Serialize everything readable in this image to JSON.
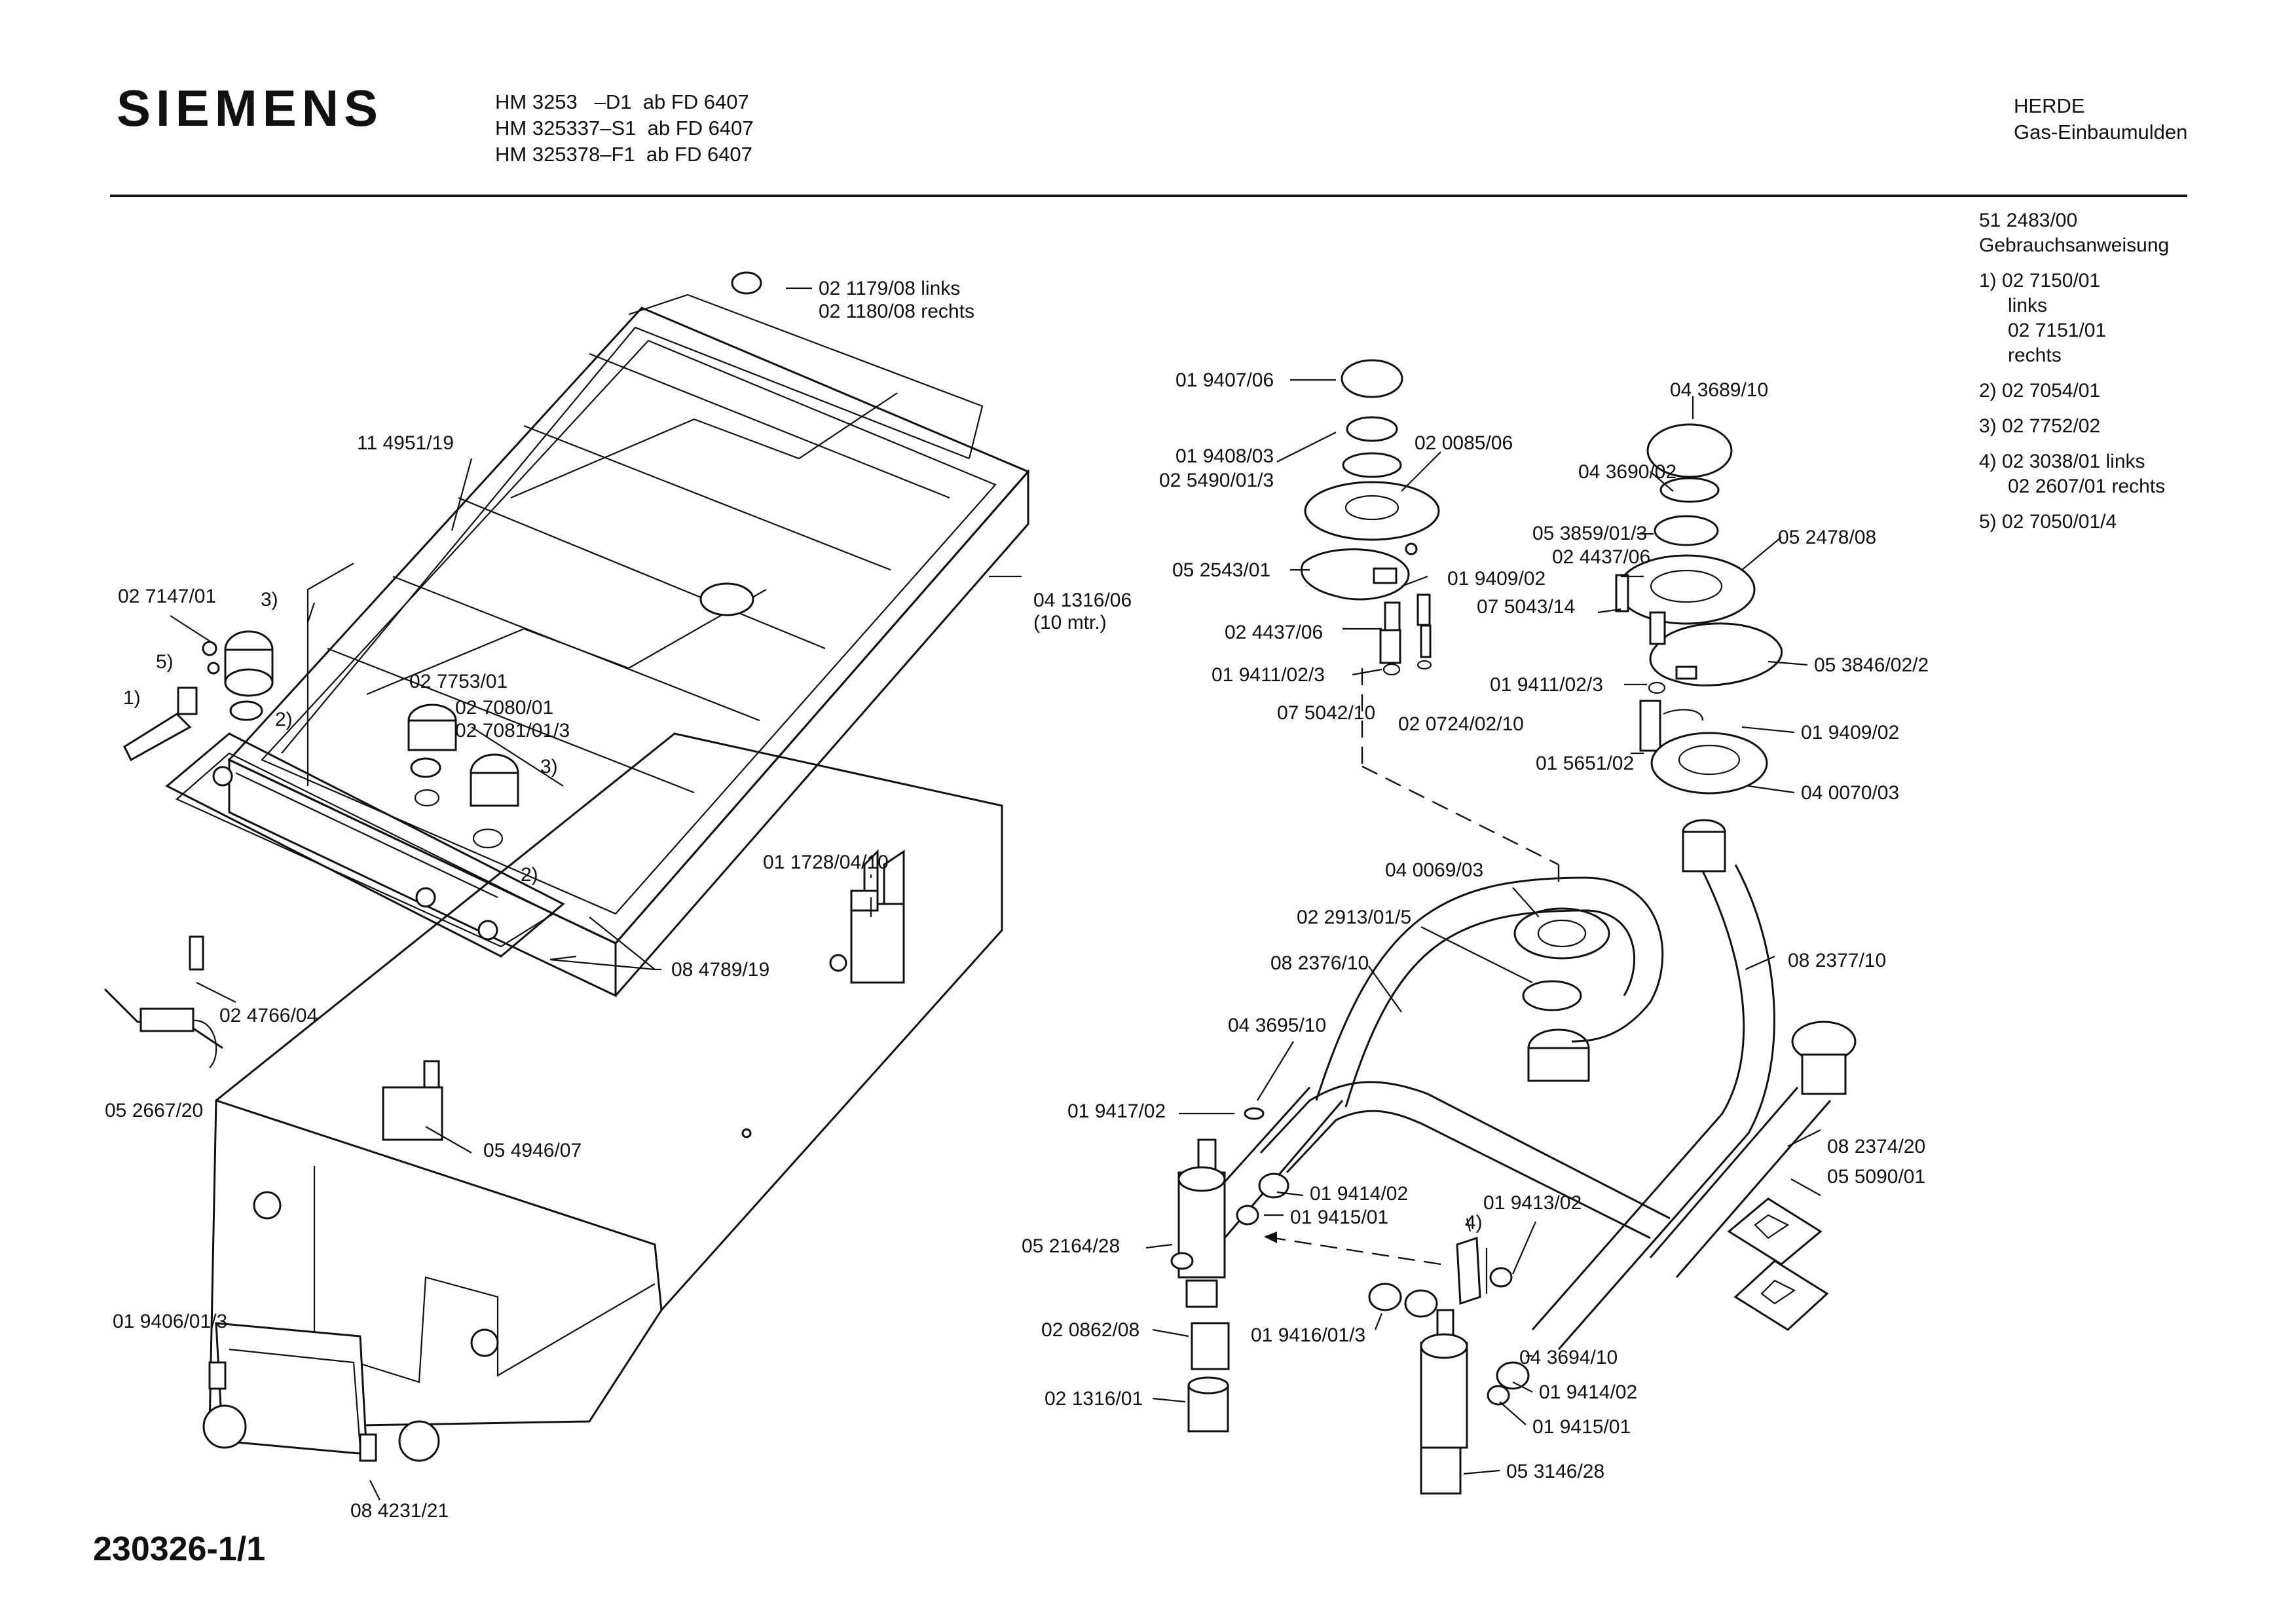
{
  "header": {
    "brand": "SIEMENS",
    "models": "HM 3253   –D1  ab FD 6407\nHM 325337–S1  ab FD 6407\nHM 325378–F1  ab FD 6407",
    "category_line1": "HERDE",
    "category_line2": "Gas-Einbaumulden"
  },
  "notes": {
    "manual_number": "51 2483/00",
    "manual_label": "Gebrauchsanweisung",
    "n1": "1)  02 7150/01",
    "n1b": "links",
    "n1c": "02 7151/01",
    "n1d": "rechts",
    "n2": "2)  02 7054/01",
    "n3": "3)  02 7752/02",
    "n4": "4)  02 3038/01  links",
    "n4b": "02 2607/01  rechts",
    "n5": "5)  02 7050/01/4"
  },
  "parts": {
    "p_021179": "02 1179/08  links",
    "p_021180": "02 1180/08  rechts",
    "p_114951": "11 4951/19",
    "p_027147": "02 7147/01",
    "c3a": "3)",
    "c5": "5)",
    "c1": "1)",
    "c2a": "2)",
    "p_027753": "02 7753/01",
    "p_027080": "02 7080/01",
    "p_027081": "02 7081/01/3",
    "c3b": "3)",
    "c2b": "2)",
    "p_041316": "04 1316/06",
    "p_041316b": "(10 mtr.)",
    "p_011728": "01 1728/04/10",
    "p_084789": "08 4789/19",
    "p_024766": "02 4766/04",
    "p_052667": "05 2667/20",
    "p_054946": "05 4946/07",
    "p_019406": "01 9406/01/3",
    "p_084231": "08 4231/21",
    "p_019407": "01 9407/06",
    "p_019408": "01 9408/03",
    "p_025490": "02 5490/01/3",
    "p_020085": "02 0085/06",
    "p_052543": "05 2543/01",
    "p_019409a": "01 9409/02",
    "p_024437a": "02 4437/06",
    "p_019411a": "01 9411/02/3",
    "p_075042": "07 5042/10",
    "p_020724": "02 0724/02/10",
    "p_043689": "04 3689/10",
    "p_043690": "04 3690/02",
    "p_053859": "05 3859/01/3",
    "p_024437b": "02 4437/06",
    "p_052478": "05 2478/08",
    "p_075043": "07 5043/14",
    "p_053846": "05 3846/02/2",
    "p_019411b": "01 9411/02/3",
    "p_019409b": "01 9409/02",
    "p_015651": "01 5651/02",
    "p_040070": "04 0070/03",
    "p_040069": "04 0069/03",
    "p_022913": "02 2913/01/5",
    "p_082376": "08 2376/10",
    "p_082377": "08 2377/10",
    "p_043695": "04 3695/10",
    "p_019417": "01 9417/02",
    "p_019414a": "01 9414/02",
    "p_019415a": "01 9415/01",
    "p_019413": "01 9413/02",
    "c4": "4)",
    "p_052164": "05 2164/28",
    "p_082374": "08 2374/20",
    "p_055090": "05 5090/01",
    "p_020862": "02 0862/08",
    "p_019416": "01 9416/01/3",
    "p_043694": "04 3694/10",
    "p_021316": "02 1316/01",
    "p_019414b": "01 9414/02",
    "p_019415b": "01 9415/01",
    "p_053146": "05 3146/28"
  },
  "footer": {
    "doc_number": "230326-1/1"
  }
}
